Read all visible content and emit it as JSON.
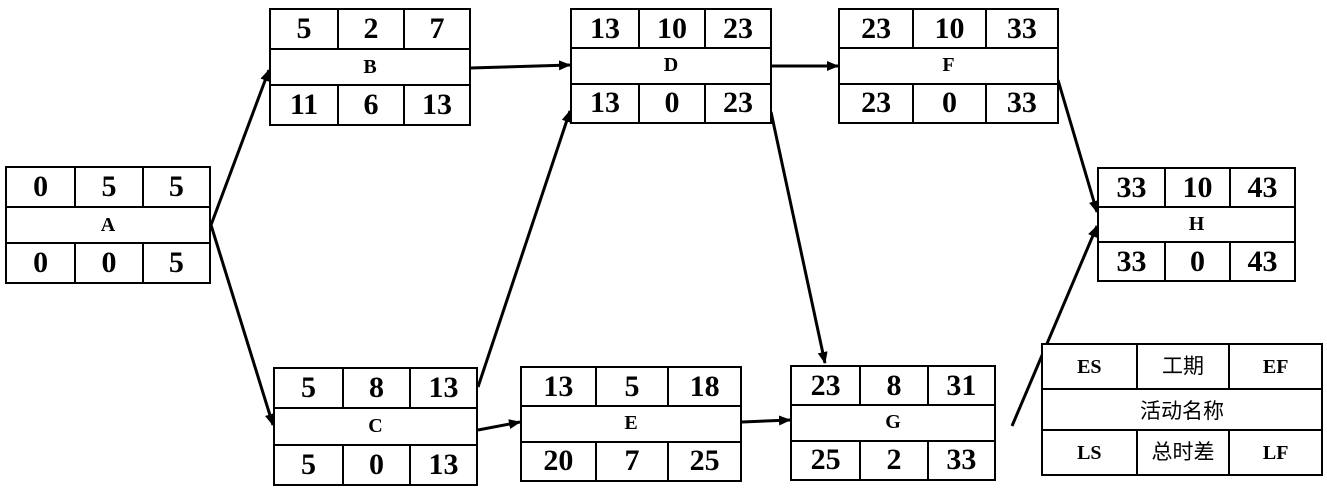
{
  "nodes": [
    {
      "id": "A",
      "es": "0",
      "dur": "5",
      "ef": "5",
      "ls": "0",
      "tf": "0",
      "lf": "5"
    },
    {
      "id": "B",
      "es": "5",
      "dur": "2",
      "ef": "7",
      "ls": "11",
      "tf": "6",
      "lf": "13"
    },
    {
      "id": "C",
      "es": "5",
      "dur": "8",
      "ef": "13",
      "ls": "5",
      "tf": "0",
      "lf": "13"
    },
    {
      "id": "D",
      "es": "13",
      "dur": "10",
      "ef": "23",
      "ls": "13",
      "tf": "0",
      "lf": "23"
    },
    {
      "id": "E",
      "es": "13",
      "dur": "5",
      "ef": "18",
      "ls": "20",
      "tf": "7",
      "lf": "25"
    },
    {
      "id": "F",
      "es": "23",
      "dur": "10",
      "ef": "33",
      "ls": "23",
      "tf": "0",
      "lf": "33"
    },
    {
      "id": "G",
      "es": "23",
      "dur": "8",
      "ef": "31",
      "ls": "25",
      "tf": "2",
      "lf": "33"
    },
    {
      "id": "H",
      "es": "33",
      "dur": "10",
      "ef": "43",
      "ls": "33",
      "tf": "0",
      "lf": "43"
    }
  ],
  "edges": [
    [
      "A",
      "B"
    ],
    [
      "A",
      "C"
    ],
    [
      "B",
      "D"
    ],
    [
      "C",
      "D"
    ],
    [
      "C",
      "E"
    ],
    [
      "D",
      "F"
    ],
    [
      "D",
      "G"
    ],
    [
      "E",
      "G"
    ],
    [
      "F",
      "H"
    ],
    [
      "G",
      "H"
    ]
  ],
  "legend": {
    "es": "ES",
    "dur": "工期",
    "ef": "EF",
    "name": "活动名称",
    "ls": "LS",
    "tf": "总时差",
    "lf": "LF"
  }
}
